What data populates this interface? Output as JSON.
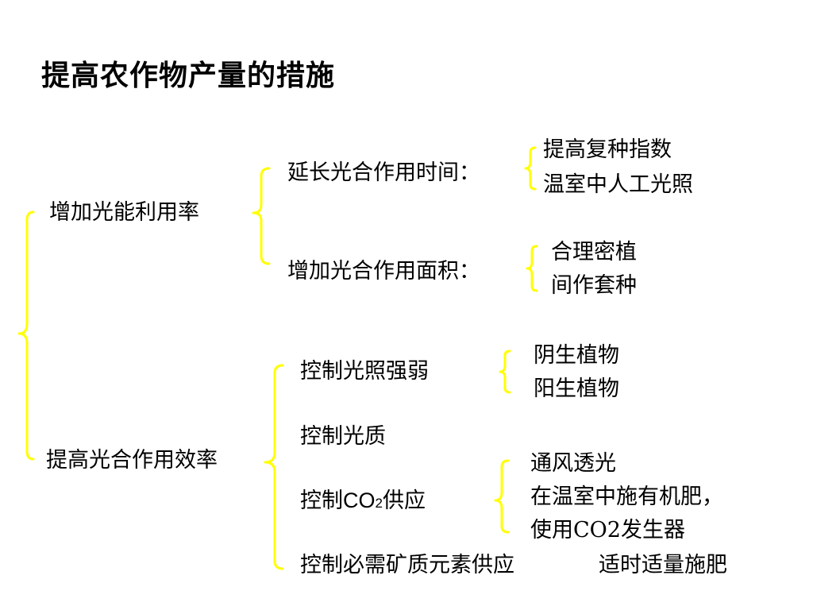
{
  "title": "提高农作物产量的措施",
  "colors": {
    "brace": "#ffff00",
    "text": "#000000",
    "background": "#ffffff"
  },
  "branches": {
    "light_energy": {
      "label": "增加光能利用率",
      "time": {
        "label": "延长光合作用时间：",
        "items": [
          "提高复种指数",
          "温室中人工光照"
        ]
      },
      "area": {
        "label": "增加光合作用面积：",
        "items": [
          "合理密植",
          "间作套种"
        ]
      }
    },
    "efficiency": {
      "label": "提高光合作用效率",
      "light_intensity": {
        "label": "控制光照强弱",
        "items": [
          "阴生植物",
          "阳生植物"
        ]
      },
      "light_quality": {
        "label": "控制光质"
      },
      "co2": {
        "label_prefix": "控制",
        "label_co": "CO",
        "label_sub": "2",
        "label_suffix": "供应",
        "items": [
          "通风透光",
          "在温室中施有机肥，",
          "使用CO2发生器"
        ]
      },
      "minerals": {
        "label": "控制必需矿质元素供应",
        "measure": "适时适量施肥"
      }
    }
  }
}
